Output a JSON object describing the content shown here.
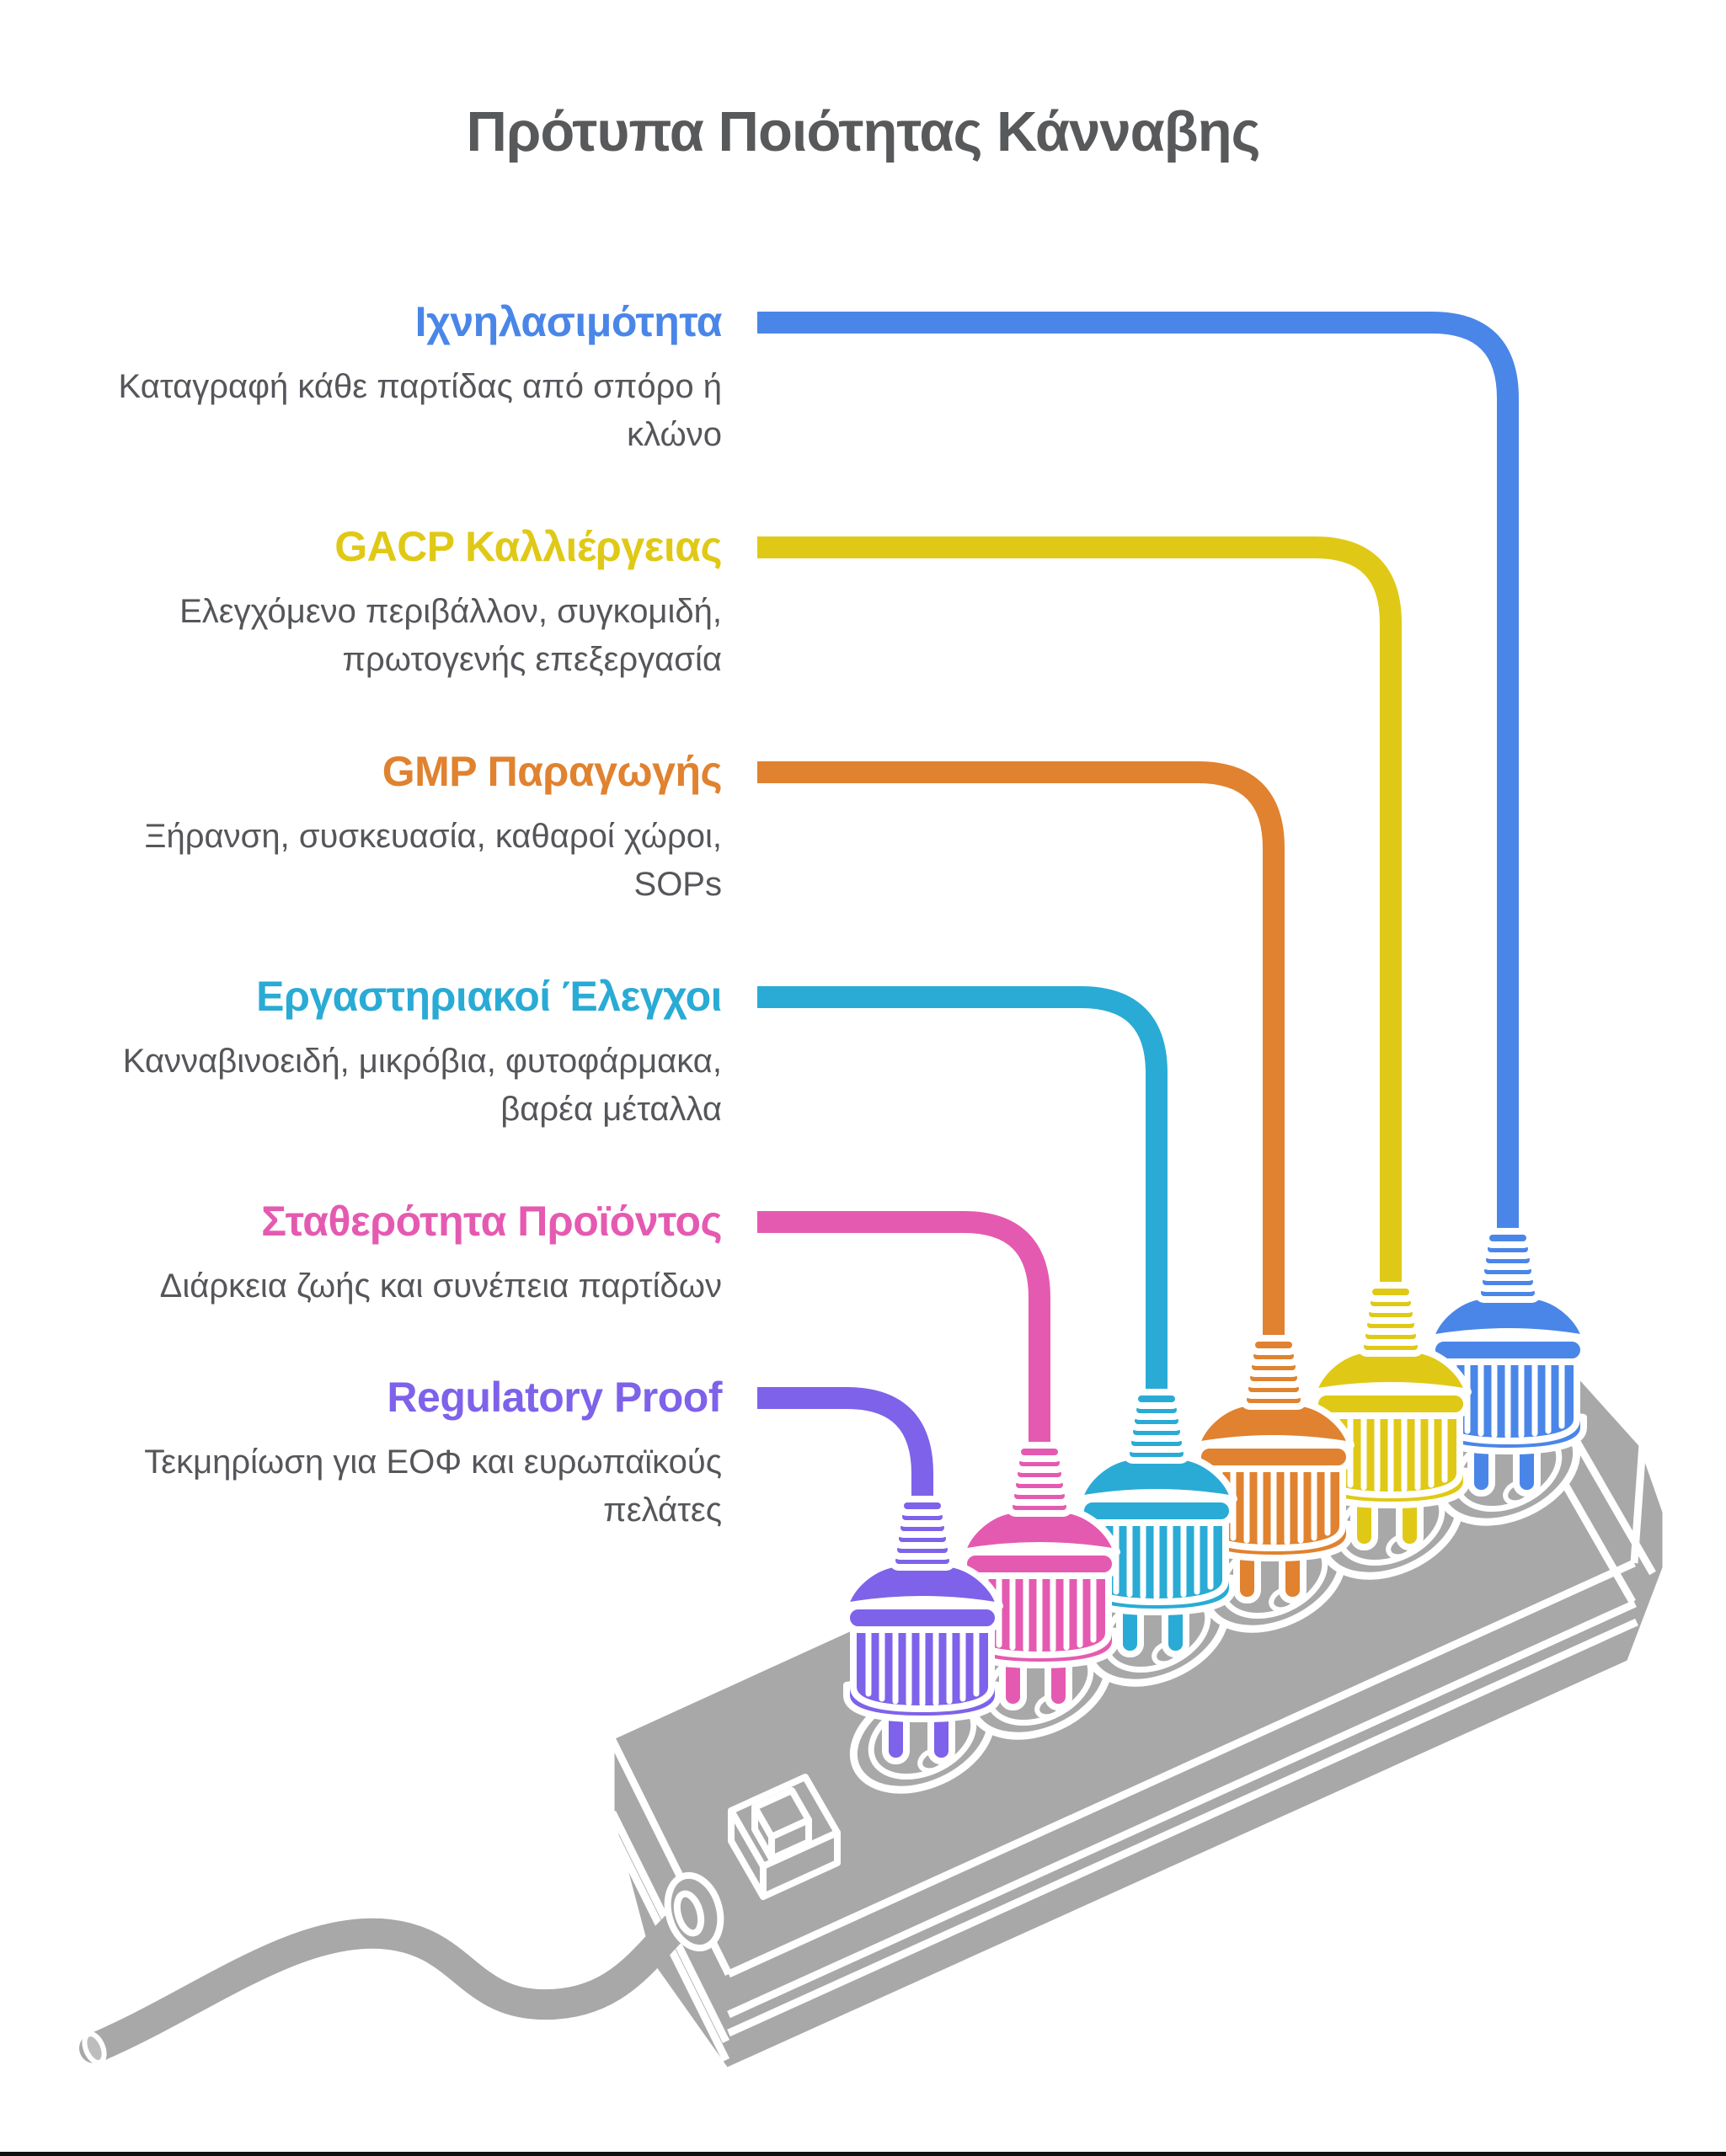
{
  "title": "Πρότυπα Ποιότητας Κάνναβης",
  "items": [
    {
      "label": "Ιχνηλασιμότητα",
      "description": "Καταγραφή κάθε παρτίδας από σπόρο ή κλώνο",
      "color": "#4a86e8"
    },
    {
      "label": "GACP Καλλιέργειας",
      "description": "Ελεγχόμενο περιβάλλον, συγκομιδή, πρωτογενής επεξεργασία",
      "color": "#e0c916"
    },
    {
      "label": "GMP Παραγωγής",
      "description": "Ξήρανση, συσκευασία, καθαροί χώροι, SOPs",
      "color": "#e0822f"
    },
    {
      "label": "Εργαστηριακοί Έλεγχοι",
      "description": "Κανναβινοειδή, μικρόβια, φυτοφάρμακα, βαρέα μέταλλα",
      "color": "#29abd5"
    },
    {
      "label": "Σταθερότητα Προϊόντος",
      "description": "Διάρκεια ζωής και συνέπεια παρτίδων",
      "color": "#e55ab1"
    },
    {
      "label": "Regulatory Proof",
      "description": "Τεκμηρίωση για ΕΟΦ και ευρωπαϊκούς πελάτες",
      "color": "#7e62ea"
    }
  ],
  "colors": {
    "title": "#58595b",
    "description": "#55565a",
    "strip": "#a8a8a8",
    "outline": "#ffffff",
    "background": "#ffffff"
  }
}
